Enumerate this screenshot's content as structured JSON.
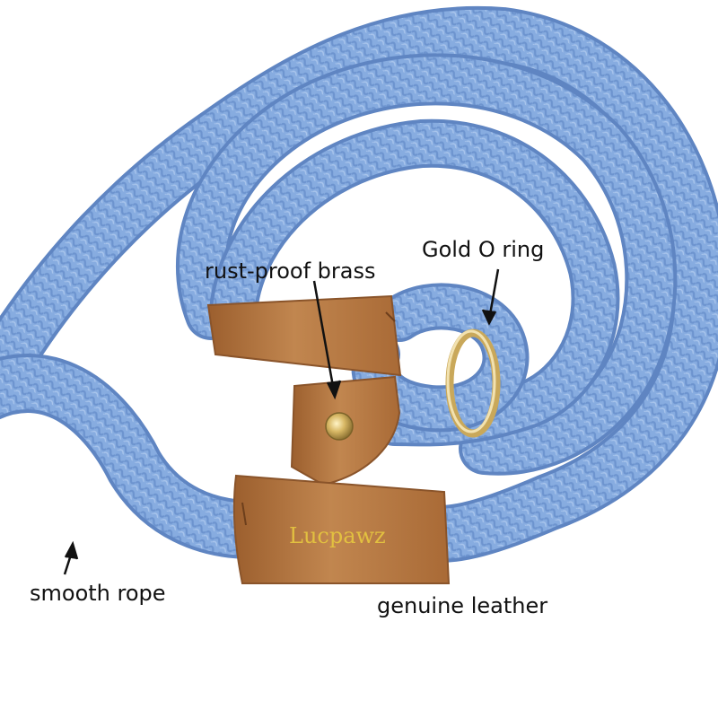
{
  "product": {
    "brand_name": "Lucpawz",
    "item": "slip lead rope leash"
  },
  "callouts": {
    "gold_ring": "Gold O ring",
    "brass": "rust-proof brass",
    "rope": "smooth rope",
    "leather": "genuine leather"
  },
  "colors": {
    "rope_base": "#87ace0",
    "rope_shadow": "#5f85c2",
    "leather": "#b87a45",
    "brass": "#d7b65c",
    "background": "#ffffff"
  }
}
